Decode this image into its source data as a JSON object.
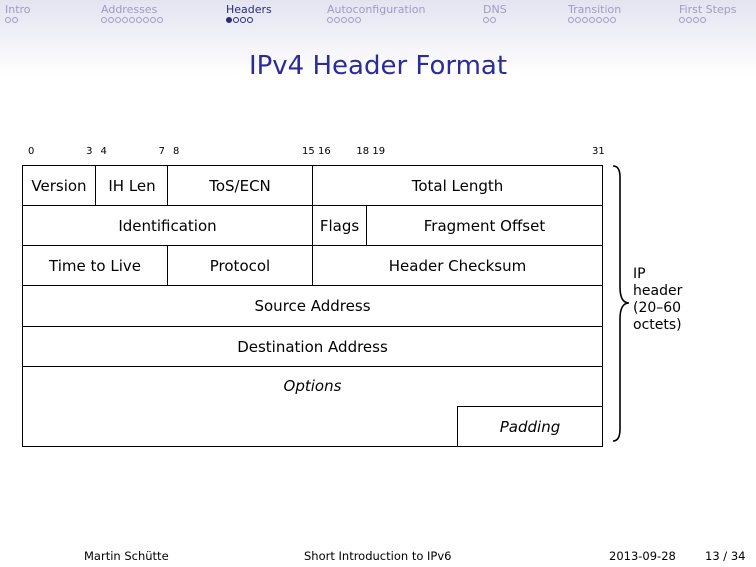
{
  "nav": {
    "sections": [
      {
        "label": "Intro",
        "dots": 2,
        "filled": 0,
        "active": false
      },
      {
        "label": "Addresses",
        "dots": 9,
        "filled": 0,
        "active": false
      },
      {
        "label": "Headers",
        "dots": 4,
        "filled": 1,
        "active": true
      },
      {
        "label": "Autoconfiguration",
        "dots": 5,
        "filled": 0,
        "active": false
      },
      {
        "label": "DNS",
        "dots": 2,
        "filled": 0,
        "active": false
      },
      {
        "label": "Transition",
        "dots": 7,
        "filled": 0,
        "active": false
      },
      {
        "label": "First Steps",
        "dots": 4,
        "filled": 0,
        "active": false
      }
    ]
  },
  "title": "IPv4 Header Format",
  "diagram": {
    "bit_labels": [
      "0",
      "3",
      "4",
      "7",
      "8",
      "15",
      "16",
      "18",
      "19",
      "31"
    ],
    "rows": [
      [
        {
          "name": "Version",
          "bits": [
            0,
            3
          ]
        },
        {
          "name": "IH Len",
          "bits": [
            4,
            7
          ]
        },
        {
          "name": "ToS/ECN",
          "bits": [
            8,
            15
          ]
        },
        {
          "name": "Total Length",
          "bits": [
            16,
            31
          ]
        }
      ],
      [
        {
          "name": "Identification",
          "bits": [
            0,
            15
          ]
        },
        {
          "name": "Flags",
          "bits": [
            16,
            18
          ]
        },
        {
          "name": "Fragment Offset",
          "bits": [
            19,
            31
          ]
        }
      ],
      [
        {
          "name": "Time to Live",
          "bits": [
            0,
            7
          ]
        },
        {
          "name": "Protocol",
          "bits": [
            8,
            15
          ]
        },
        {
          "name": "Header Checksum",
          "bits": [
            16,
            31
          ]
        }
      ],
      [
        {
          "name": "Source Address",
          "bits": [
            0,
            31
          ]
        }
      ],
      [
        {
          "name": "Destination Address",
          "bits": [
            0,
            31
          ]
        }
      ],
      [
        {
          "name": "Options",
          "bits": [
            0,
            31
          ],
          "italic": true
        }
      ],
      [
        {
          "name": "Padding",
          "bits": [
            24,
            31
          ],
          "italic": true
        }
      ]
    ],
    "brace_label": [
      "IP",
      "header",
      "(20–60",
      "octets)"
    ]
  },
  "footer": {
    "author": "Martin Schütte",
    "talk": "Short Introduction to IPv6",
    "date": "2013-09-28",
    "page": "13 / 34"
  }
}
